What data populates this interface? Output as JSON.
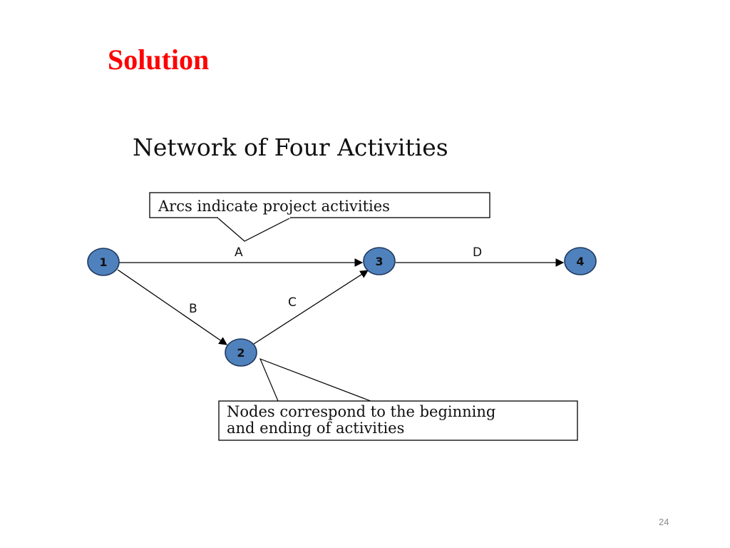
{
  "slide": {
    "title": "Solution",
    "page_number": "24"
  },
  "diagram": {
    "heading": "Network of Four Activities",
    "callouts": {
      "arcs": "Arcs indicate project activities",
      "nodes_line1": "Nodes correspond to the beginning",
      "nodes_line2": "and ending of activities"
    },
    "nodes": [
      "1",
      "2",
      "3",
      "4"
    ],
    "arcs": [
      {
        "label": "A",
        "from": "1",
        "to": "3"
      },
      {
        "label": "B",
        "from": "1",
        "to": "2"
      },
      {
        "label": "C",
        "from": "2",
        "to": "3"
      },
      {
        "label": "D",
        "from": "3",
        "to": "4"
      }
    ],
    "colors": {
      "title": "#ff0000",
      "node_fill": "#4f81bd",
      "node_stroke": "#1f3a5f"
    }
  }
}
